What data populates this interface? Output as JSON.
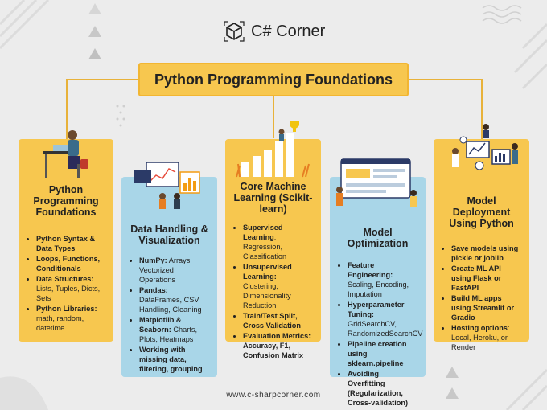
{
  "brand": {
    "name": "C# Corner",
    "icon": "cube-logo-icon"
  },
  "title": "Python Programming Foundations",
  "footer": "www.c-sharpcorner.com",
  "colors": {
    "yellow": "#f7c74f",
    "blue": "#a9d6e8",
    "background": "#ececec"
  },
  "cards": [
    {
      "title": "Python Programming Foundations",
      "items": [
        {
          "bold": "Python Syntax & Data Types",
          "text": ""
        },
        {
          "bold": "Loops, Functions, Conditionals",
          "text": ""
        },
        {
          "bold": "Data Structures:",
          "text": " Lists, Tuples, Dicts, Sets"
        },
        {
          "bold": "Python Libraries:",
          "text": " math, random, datetime"
        }
      ]
    },
    {
      "title": "Data Handling & Visualization",
      "items": [
        {
          "bold": "NumPy:",
          "text": " Arrays, Vectorized Operations"
        },
        {
          "bold": "Pandas:",
          "text": " DataFrames, CSV Handling, Cleaning"
        },
        {
          "bold": "Matplotlib & Seaborn:",
          "text": " Charts, Plots, Heatmaps"
        },
        {
          "bold": "Working with missing data, filtering, grouping",
          "text": ""
        }
      ]
    },
    {
      "title": "Core Machine Learning (Scikit-learn)",
      "items": [
        {
          "bold": "Supervised Learning",
          "text": ": Regression, Classification"
        },
        {
          "bold": "Unsupervised Learning:",
          "text": " Clustering, Dimensionality Reduction"
        },
        {
          "bold": "Train/Test Split, Cross Validation",
          "text": ""
        },
        {
          "bold": "Evaluation Metrics: Accuracy, F1, Confusion Matrix",
          "text": ""
        }
      ]
    },
    {
      "title": "Model Optimization",
      "items": [
        {
          "bold": "Feature Engineering:",
          "text": " Scaling, Encoding, Imputation"
        },
        {
          "bold": "Hyperparameter Tuning:",
          "text": " GridSearchCV, RandomizedSearchCV"
        },
        {
          "bold": "Pipeline creation using sklearn.pipeline",
          "text": ""
        },
        {
          "bold": "Avoiding Overfitting (Regularization, Cross-validation)",
          "text": ""
        }
      ]
    },
    {
      "title": "Model Deployment Using Python",
      "items": [
        {
          "bold": "Save models using pickle or joblib",
          "text": ""
        },
        {
          "bold": "Create ML API using Flask or FastAPI",
          "text": ""
        },
        {
          "bold": "Build ML apps using Streamlit or Gradio",
          "text": ""
        },
        {
          "bold": "Hosting options",
          "text": ": Local, Heroku, or Render"
        }
      ]
    }
  ]
}
